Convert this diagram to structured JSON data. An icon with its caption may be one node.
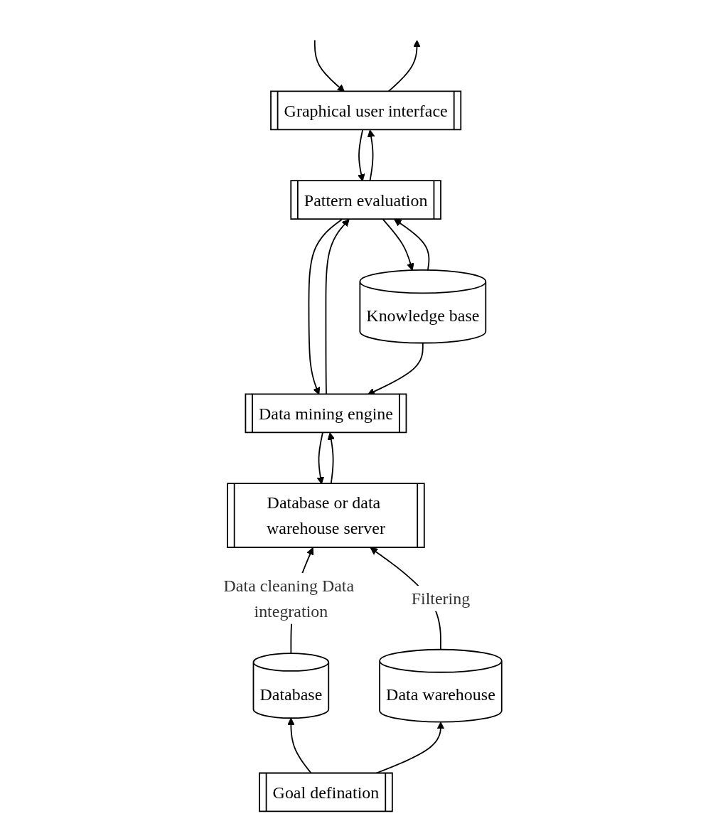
{
  "diagram": {
    "nodes": [
      {
        "text": [
          "Graphical user interface"
        ]
      },
      {
        "text": [
          "Pattern evaluation"
        ]
      },
      {
        "text": [
          "Knowledge base"
        ]
      },
      {
        "text": [
          "Data mining engine"
        ]
      },
      {
        "text": [
          "Database or data warehouse server"
        ]
      },
      {
        "text": [
          "Database"
        ]
      },
      {
        "text": [
          "Data warehouse"
        ]
      },
      {
        "text": [
          "Goal defination"
        ]
      }
    ],
    "edges": [
      {
        "from": null,
        "to": 0,
        "arrow": "to"
      },
      {
        "from": 0,
        "to": null,
        "arrow": "to"
      },
      {
        "from": 0,
        "to": 1,
        "arrow": "to"
      },
      {
        "from": 1,
        "to": 0,
        "arrow": "to"
      },
      {
        "from": 1,
        "to": 2,
        "arrow": "to"
      },
      {
        "from": 2,
        "to": 1,
        "arrow": "to"
      },
      {
        "from": 1,
        "to": 3,
        "arrow": "to"
      },
      {
        "from": 3,
        "to": 1,
        "arrow": "to"
      },
      {
        "from": 2,
        "to": 3,
        "arrow": "to"
      },
      {
        "from": 3,
        "to": 4,
        "arrow": "to"
      },
      {
        "from": 4,
        "to": 3,
        "arrow": "to"
      },
      {
        "from": 5,
        "to": 4,
        "label": "Data cleaning Data integration",
        "arrow": "to"
      },
      {
        "from": 6,
        "to": 4,
        "label": "Filtering",
        "arrow": "to"
      },
      {
        "from": 7,
        "to": 5,
        "arrow": "to"
      },
      {
        "from": 7,
        "to": 6,
        "arrow": "to"
      }
    ]
  }
}
